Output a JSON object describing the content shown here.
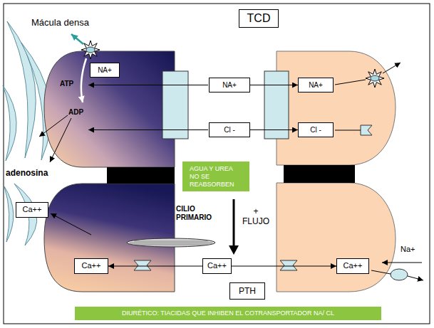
{
  "diagram": {
    "nodes": [
      {
        "text": [
          "TCD"
        ]
      },
      {
        "text": [
          "NA+"
        ]
      },
      {
        "text": [
          "NA+"
        ]
      },
      {
        "text": [
          "NA+"
        ]
      },
      {
        "text": [
          "Cl -"
        ]
      },
      {
        "text": [
          "Cl -"
        ]
      },
      {
        "text": [
          "AGUA Y UREA NO SE REABSORBEN"
        ]
      },
      {
        "text": [
          "Ca++"
        ]
      },
      {
        "text": [
          "Ca++"
        ]
      },
      {
        "text": [
          "Ca++"
        ]
      },
      {
        "text": [
          "Ca++"
        ]
      },
      {
        "text": [
          "PTH"
        ]
      },
      {
        "text": [
          "DIURÉTICO: TIACIDAS QUE INHIBEN EL COTRANSPORTADOR NA/ CL"
        ]
      }
    ],
    "edges": [
      {
        "from": 2,
        "to": 3,
        "arrow": "to"
      },
      {
        "from": 4,
        "to": 5,
        "arrow": "to"
      },
      {
        "from": 9,
        "to": 8,
        "arrow": "to"
      },
      {
        "from": 9,
        "to": 10,
        "arrow": "to"
      }
    ],
    "labels": [
      "Mácula densa",
      "ATP",
      "ADP",
      "adenosina",
      "CILIO PRIMARIO",
      "+ FLUJO",
      "Na+"
    ]
  }
}
